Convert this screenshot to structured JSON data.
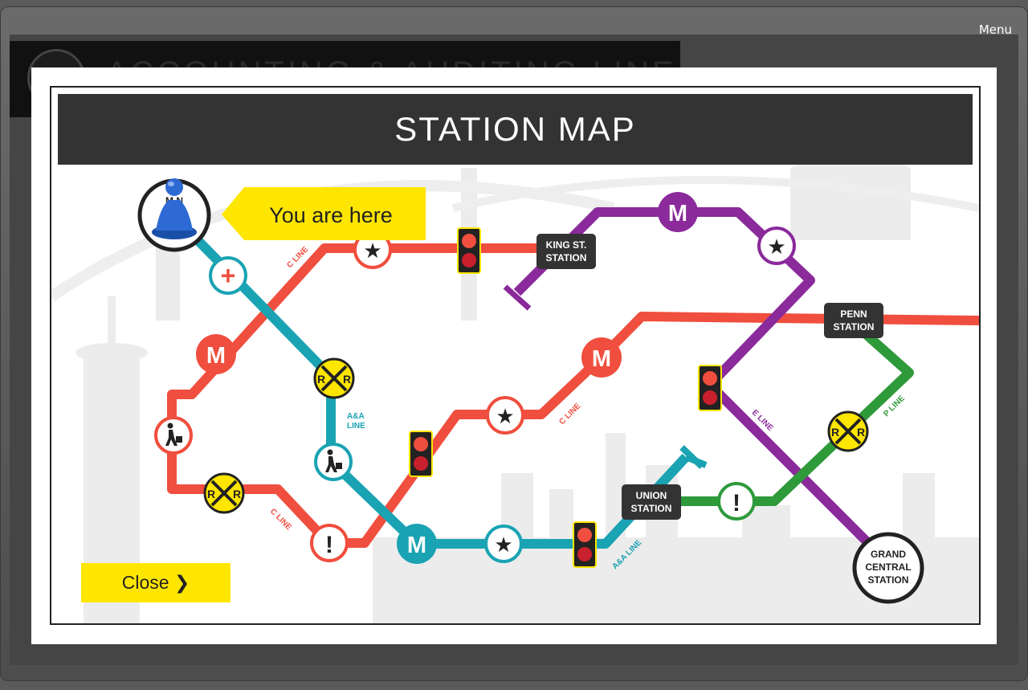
{
  "chrome": {
    "menu_label": "Menu",
    "background_header_title": "ACCOUNTING & AUDITING LINE"
  },
  "modal": {
    "title": "STATION MAP",
    "you_are_here": "You are here",
    "close_label": "Close ❯",
    "start_marker_text": "M N"
  },
  "stations": {
    "king_st": [
      "KING ST.",
      "STATION"
    ],
    "penn": [
      "PENN",
      "STATION"
    ],
    "union": [
      "UNION",
      "STATION"
    ],
    "grand_central": [
      "GRAND",
      "CENTRAL",
      "STATION"
    ]
  },
  "line_labels": {
    "c_line_1": "C LINE",
    "c_line_2": "C LINE",
    "c_line_3": "C LINE",
    "aa_line_1": [
      "A&A",
      "LINE"
    ],
    "aa_line_2": "A&A LINE",
    "e_line": "E LINE",
    "p_line": "P LINE"
  },
  "icons": {
    "M": "M",
    "R": "R",
    "star": "★",
    "exclaim": "!",
    "plus": "+"
  },
  "colors": {
    "red_line": "#f04e3e",
    "teal_line": "#1aa3b3",
    "purple_line": "#8a2a9b",
    "green_line": "#2e9a3a",
    "highlight_yellow": "#ffe600",
    "title_bg": "#333333"
  }
}
